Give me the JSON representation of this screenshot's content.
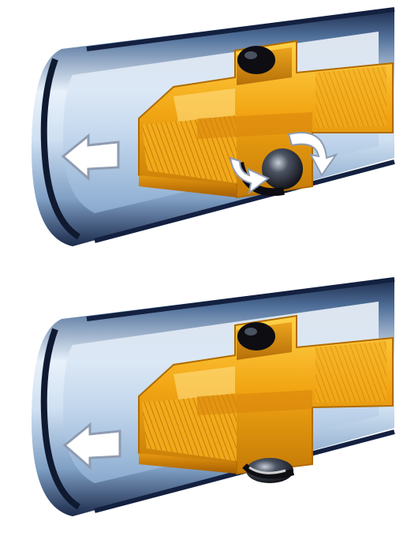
{
  "figure": {
    "panels": [
      {
        "id": "top",
        "ball_position": "lower-gap",
        "shows_rotation_arrows": true
      },
      {
        "id": "bottom",
        "ball_position": "lower-seat",
        "shows_rotation_arrows": false
      }
    ],
    "flow_direction": "left",
    "colors": {
      "pipe_dark": "#1b2a4a",
      "pipe_mid": "#7f9fc4",
      "pipe_light": "#e8f1fb",
      "brass_light": "#ffd24a",
      "brass_mid": "#f2a614",
      "brass_dark": "#a45d00",
      "ball_dark": "#0d0d12",
      "ball_light": "#c7ced8",
      "arrow_outline": "#8e9bb0"
    },
    "icons": [
      "flow-arrow-icon",
      "rotation-arrow-icon"
    ]
  }
}
